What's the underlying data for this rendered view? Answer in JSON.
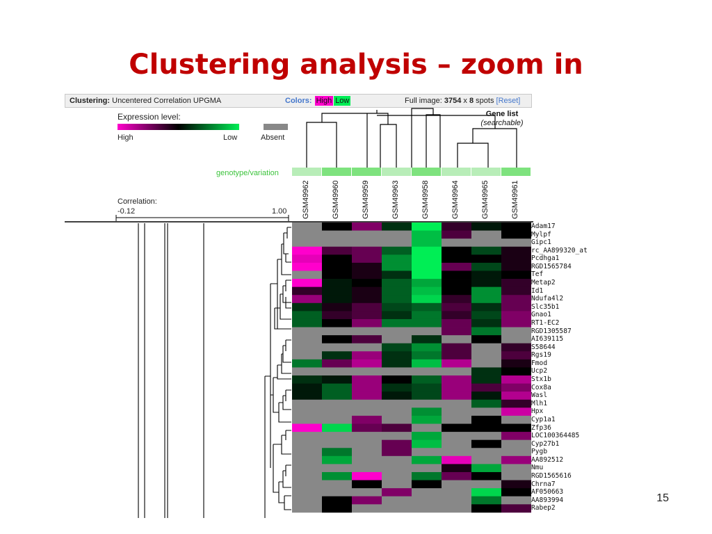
{
  "slide": {
    "title": "Clustering analysis – zoom in",
    "page_number": "15"
  },
  "toolbar": {
    "clustering_label": "Clustering:",
    "clustering_value": "Uncentered Correlation UPGMA",
    "colors_label": "Colors:",
    "high_label": "High",
    "low_label": "Low",
    "full_image_label": "Full image:",
    "full_image_w": "3754",
    "full_image_sep": "x",
    "full_image_h": "8",
    "full_image_unit": "spots",
    "reset_label": "[Reset]"
  },
  "legend": {
    "expression_label": "Expression level:",
    "high": "High",
    "low": "Low",
    "absent": "Absent",
    "correlation_label": "Correlation:",
    "corr_min": "-0.12",
    "corr_max": "1.00"
  },
  "genotype_label": "genotype/variation",
  "gene_list": {
    "title": "Gene list",
    "subtitle": "(searchable)"
  },
  "colors": {
    "high": "#ff00cc",
    "low": "#00ee55",
    "absent": "#888888",
    "title": "#c00000",
    "link": "#4477cc"
  },
  "samples": [
    "GSM49962",
    "GSM49960",
    "GSM49959",
    "GSM49963",
    "GSM49958",
    "GSM49964",
    "GSM49965",
    "GSM49961"
  ],
  "genes": [
    "Adam17",
    "Mylpf",
    "Gipc1",
    "rc_AA899320_at",
    "Pcdhga1",
    "RGD1565784",
    "Tef",
    "Metap2",
    "Id1",
    "Ndufa4l2",
    "Slc35b1",
    "Gnao1",
    "RT1-EC2",
    "RGD1305587",
    "AI639115",
    "S58644",
    "Rgs19",
    "Fmod",
    "Ucp2",
    "Stx1b",
    "Cox8a",
    "Wasl",
    "Mlh1",
    "Hpx",
    "Cyp1a1",
    "Zfp36",
    "LOC100364485",
    "Cyp27b1",
    "Pygb",
    "AA892512",
    "Nmu",
    "RGD1565616",
    "Chrna7",
    "AF050663",
    "AA893994",
    "Rabep2"
  ],
  "heatmap": [
    [
      null,
      0,
      0.5,
      -0.2,
      -1,
      0.2,
      -0.1,
      0
    ],
    [
      null,
      null,
      null,
      null,
      -0.8,
      0.3,
      null,
      0
    ],
    [
      null,
      null,
      null,
      null,
      -0.8,
      null,
      null,
      null
    ],
    [
      1,
      0.3,
      0.4,
      -0.4,
      -1,
      0,
      -0.3,
      0.1
    ],
    [
      0.9,
      0,
      0.4,
      -0.6,
      -1,
      0,
      0,
      0.1
    ],
    [
      1,
      0,
      0.1,
      -0.6,
      -1,
      0.4,
      -0.3,
      0.1
    ],
    [
      null,
      0,
      0.1,
      -0.2,
      -1,
      0,
      -0.1,
      0
    ],
    [
      1,
      -0.1,
      0,
      -0.4,
      -0.7,
      0,
      -0.1,
      0.2
    ],
    [
      0.2,
      -0.1,
      0.1,
      -0.4,
      -0.8,
      0,
      -0.6,
      0.2
    ],
    [
      0.6,
      -0.1,
      0.1,
      -0.4,
      -0.9,
      0.2,
      -0.6,
      0.4
    ],
    [
      -0.2,
      0.1,
      0.3,
      -0.3,
      -0.4,
      0.3,
      -0.2,
      0.4
    ],
    [
      -0.4,
      0.2,
      0.3,
      -0.2,
      -0.5,
      0.2,
      -0.3,
      0.5
    ],
    [
      -0.4,
      0,
      0.5,
      -0.5,
      -0.5,
      0.4,
      -0.2,
      0.5
    ],
    [
      null,
      null,
      null,
      null,
      null,
      0.4,
      -0.5,
      null
    ],
    [
      null,
      0,
      0.3,
      null,
      -0.2,
      null,
      0,
      null
    ],
    [
      null,
      null,
      null,
      -0.3,
      -0.6,
      0.3,
      null,
      0.2
    ],
    [
      null,
      -0.2,
      0.6,
      -0.2,
      -0.5,
      0.3,
      null,
      0.3
    ],
    [
      -0.5,
      0.4,
      0.7,
      -0.2,
      -0.8,
      0.7,
      null,
      0.1
    ],
    [
      null,
      null,
      null,
      null,
      null,
      null,
      -0.2,
      0
    ],
    [
      -0.2,
      -0.1,
      0.6,
      0,
      -0.4,
      0.6,
      -0.2,
      0.7
    ],
    [
      -0.1,
      -0.4,
      0.6,
      -0.2,
      -0.3,
      0.6,
      0.3,
      0.5
    ],
    [
      -0.1,
      -0.4,
      0.6,
      -0.1,
      -0.3,
      0.6,
      -0.1,
      0.7
    ],
    [
      null,
      null,
      null,
      null,
      null,
      null,
      -0.4,
      0.2
    ],
    [
      null,
      null,
      null,
      null,
      -0.6,
      null,
      null,
      0.8
    ],
    [
      null,
      null,
      0.5,
      null,
      -0.7,
      null,
      0,
      null
    ],
    [
      1,
      -0.9,
      0.4,
      0.3,
      null,
      0,
      0,
      0
    ],
    [
      null,
      null,
      null,
      null,
      -0.7,
      null,
      null,
      0.5
    ],
    [
      null,
      null,
      null,
      0.4,
      -0.8,
      null,
      0,
      null
    ],
    [
      null,
      -0.5,
      null,
      0.4,
      null,
      null,
      null,
      null
    ],
    [
      null,
      -0.7,
      null,
      null,
      -0.7,
      0.9,
      null,
      0.6
    ],
    [
      null,
      null,
      null,
      null,
      null,
      0.1,
      -0.7,
      null
    ],
    [
      null,
      -0.6,
      1,
      null,
      -0.5,
      0.4,
      0,
      null
    ],
    [
      null,
      null,
      0,
      null,
      0,
      null,
      null,
      0.1
    ],
    [
      null,
      null,
      null,
      0.5,
      null,
      null,
      -0.9,
      0
    ],
    [
      null,
      0,
      0.5,
      null,
      null,
      null,
      -0.5,
      null
    ],
    [
      null,
      0,
      null,
      null,
      null,
      null,
      0,
      0.3
    ]
  ]
}
